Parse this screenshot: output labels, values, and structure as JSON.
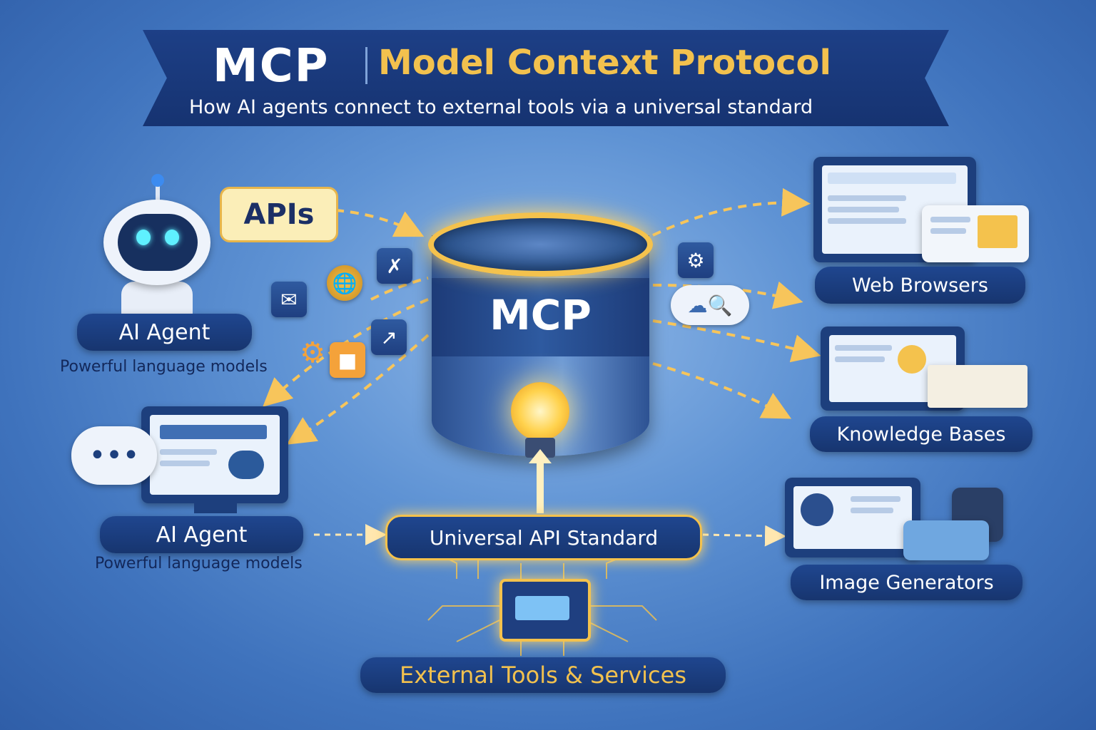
{
  "header": {
    "acronym": "MCP",
    "full_name": "Model Context Protocol",
    "subtitle": "How AI agents connect to external tools via a universal standard"
  },
  "left": {
    "bubble": "APIs",
    "agents": [
      {
        "label": "AI Agent",
        "caption": "Powerful language models"
      },
      {
        "label": "AI Agent",
        "caption": "Powerful language models"
      }
    ]
  },
  "center": {
    "hub_label": "MCP",
    "standard_label": "Universal API Standard",
    "footer_label": "External Tools & Services"
  },
  "right": {
    "targets": [
      {
        "label": "Web Browsers"
      },
      {
        "label": "Knowledge Bases"
      },
      {
        "label": "Image Generators"
      }
    ]
  },
  "colors": {
    "accent": "#f4c24d",
    "navy": "#1d3f86",
    "highlight_text": "#f2c14e"
  },
  "icons": [
    "robot-icon",
    "chat-icon",
    "globe-icon",
    "tools-icon",
    "gear-icon",
    "chart-icon",
    "puzzle-icon",
    "cloud-search-icon",
    "lightbulb-icon",
    "chip-icon"
  ]
}
